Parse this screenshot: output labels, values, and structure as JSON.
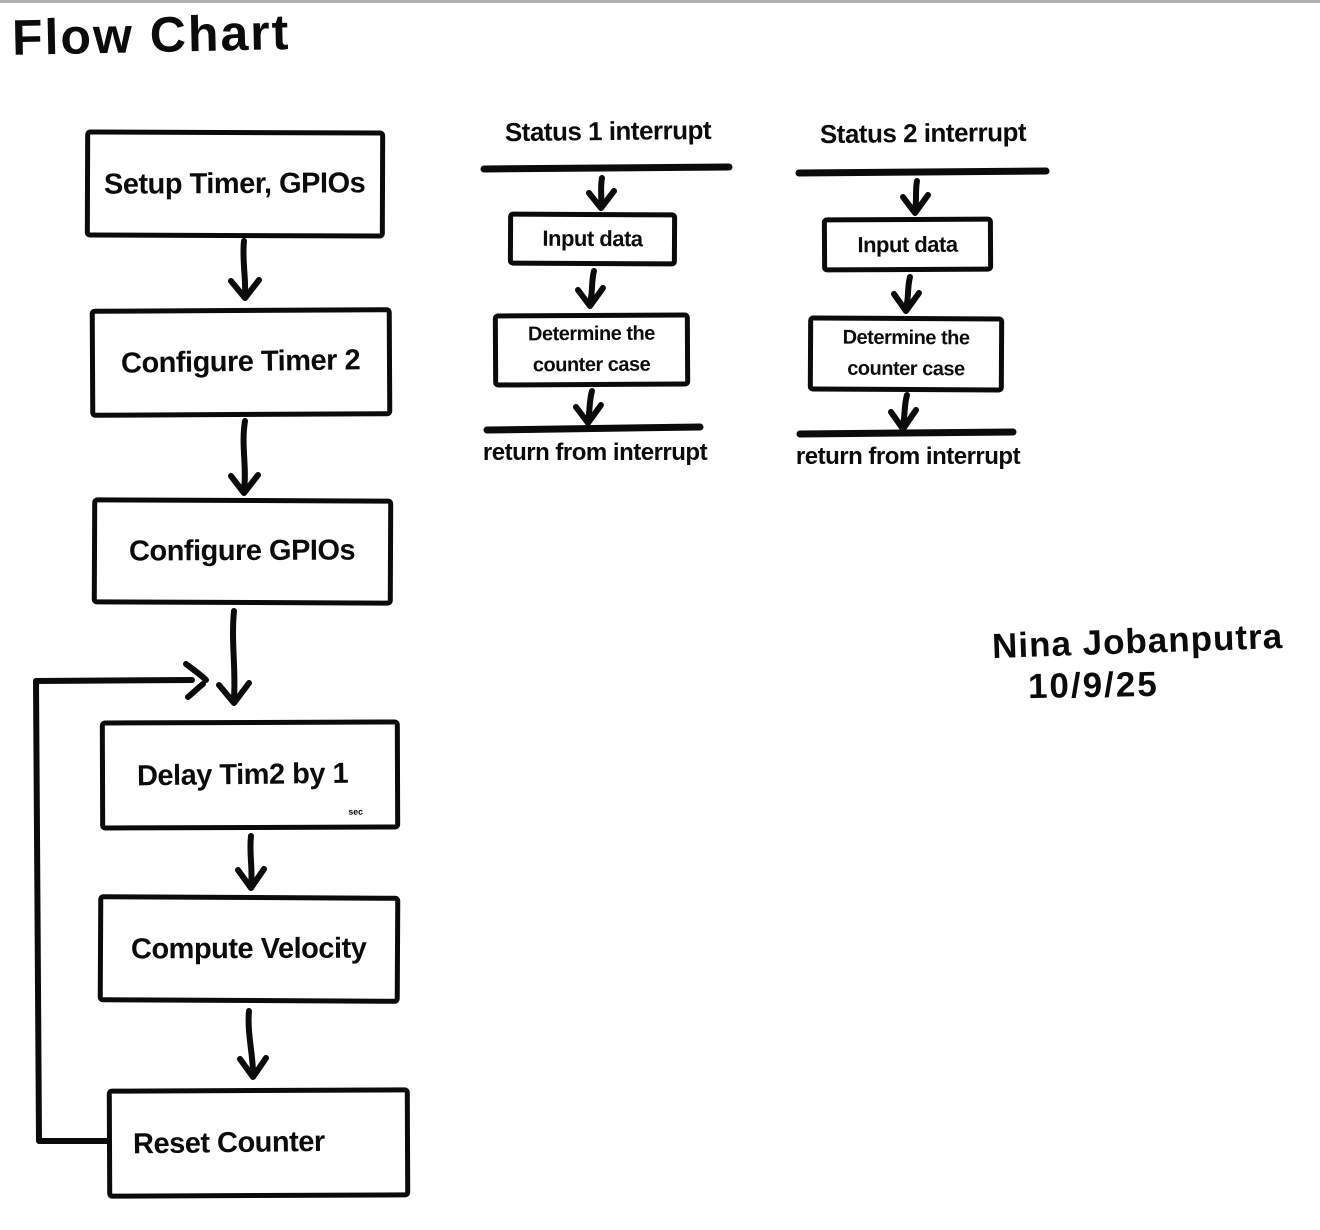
{
  "page": {
    "title": "Flow Chart",
    "ink_color": "#0b0b0b",
    "background_color": "#ffffff"
  },
  "main_flow": {
    "steps": [
      {
        "id": "setup-timer-gpios",
        "label": "Setup Timer, GPIOs"
      },
      {
        "id": "configure-timer-2",
        "label": "Configure Timer 2"
      },
      {
        "id": "configure-gpios",
        "label": "Configure GPIOs"
      },
      {
        "id": "delay-tim2-1sec",
        "label": "Delay Tim2 by 1",
        "label_subscript": "sec"
      },
      {
        "id": "compute-velocity",
        "label": "Compute Velocity"
      },
      {
        "id": "reset-counter",
        "label": "Reset Counter"
      }
    ],
    "loop_back": {
      "from": "Reset Counter",
      "to": "Delay Tim2 by 1sec"
    }
  },
  "interrupts": [
    {
      "title": "Status 1 interrupt",
      "steps": [
        {
          "label": "Input data"
        },
        {
          "label": "Determine the counter case"
        }
      ],
      "terminator": "return from interrupt"
    },
    {
      "title": "Status 2 interrupt",
      "steps": [
        {
          "label": "Input data"
        },
        {
          "label": "Determine the counter case"
        }
      ],
      "terminator": "return from interrupt"
    }
  ],
  "signature": {
    "name": "Nina Jobanputra",
    "date": "10/9/25"
  }
}
